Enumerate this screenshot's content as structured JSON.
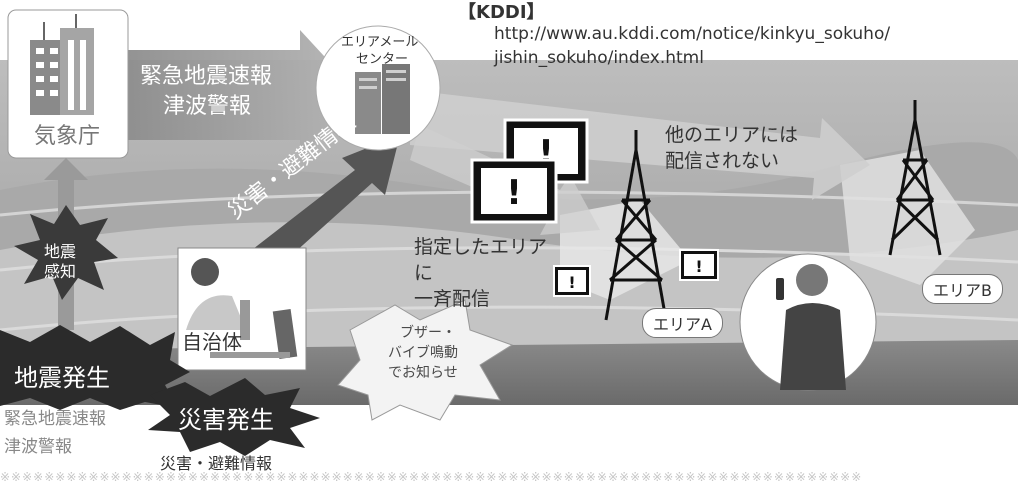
{
  "header": {
    "kddi_title": "【KDDI】",
    "url_line1": "http://www.au.kddi.com/notice/kinkyu_sokuho/",
    "url_line2": "jishin_sokuho/index.html"
  },
  "jma": {
    "label": "気象庁",
    "arrow_line1": "緊急地震速報",
    "arrow_line2": "津波警報"
  },
  "center": {
    "line1": "エリアメール",
    "line2": "センター"
  },
  "disaster_arrow": "災害・避難情報",
  "quake_detect": {
    "line1": "地震",
    "line2": "感知"
  },
  "broadcast": {
    "line1": "指定したエリア",
    "line2": "に",
    "line3": "一斉配信"
  },
  "other_area": {
    "line1": "他のエリアには",
    "line2": "配信されない"
  },
  "buzzer": {
    "line1": "ブザー・",
    "line2": "バイブ鳴動",
    "line3": "でお知らせ"
  },
  "municipality": "自治体",
  "area_a": "エリアA",
  "area_b": "エリアB",
  "earthquake_burst": "地震発生",
  "disaster_burst": "災害発生",
  "footer": {
    "left_line1": "緊急地震速報",
    "left_line2": "津波警報",
    "center": "災害・避難情報"
  },
  "colors": {
    "banner_grey": "#7a7a7a",
    "burst_dark": "#2b2b2b",
    "hill_light": "#d8d8d8"
  }
}
